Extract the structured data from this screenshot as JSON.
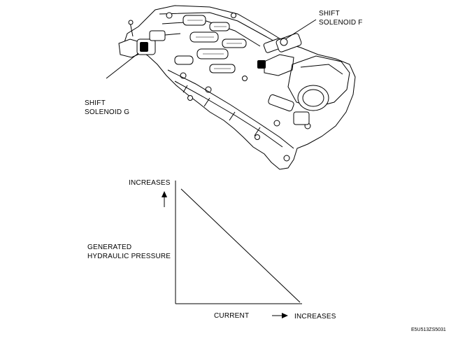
{
  "labels": {
    "shift_solenoid_f_line1": "SHIFT",
    "shift_solenoid_f_line2": "SOLENOID F",
    "shift_solenoid_g_line1": "SHIFT",
    "shift_solenoid_g_line2": "SOLENOID G"
  },
  "chart": {
    "y_top_label": "INCREASES",
    "y_label_line1": "GENERATED",
    "y_label_line2": "HYDRAULIC PRESSURE",
    "x_label": "CURRENT",
    "x_right_label": "INCREASES"
  },
  "image_code": "E5U513ZS5031",
  "chart_data": {
    "type": "line",
    "xlabel": "CURRENT",
    "ylabel": "GENERATED HYDRAULIC PRESSURE",
    "series": [
      {
        "x": [
          0,
          1
        ],
        "y": [
          1,
          0
        ]
      }
    ],
    "xlim": [
      0,
      1
    ],
    "ylim": [
      0,
      1
    ],
    "grid": false
  }
}
